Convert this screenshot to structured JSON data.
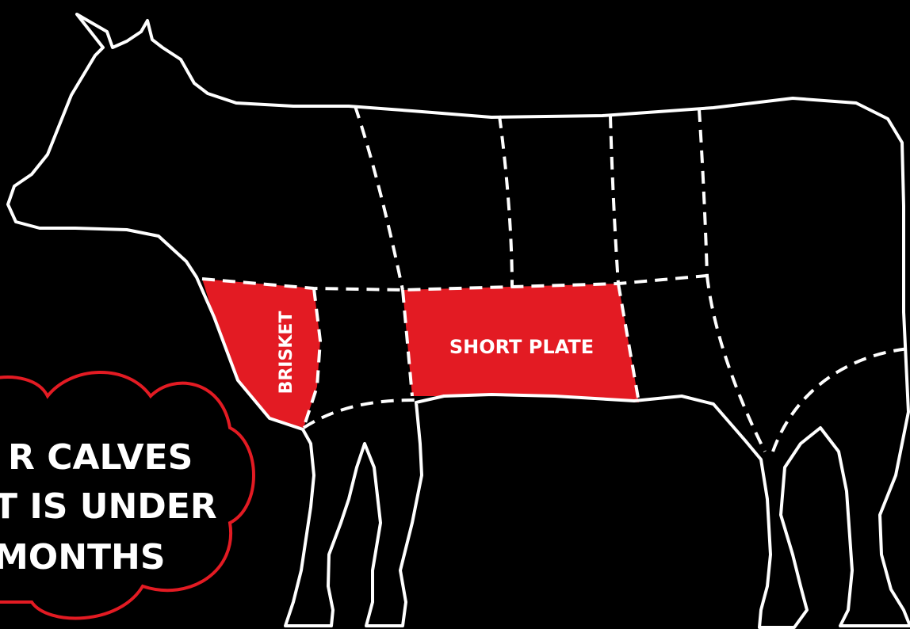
{
  "diagram": {
    "cuts": [
      {
        "id": "brisket",
        "label": "BRISKET",
        "highlighted": true
      },
      {
        "id": "short-plate",
        "label": "SHORT PLATE",
        "highlighted": true
      }
    ],
    "cloud": {
      "lines": [
        "R CALVES",
        "T IS UNDER",
        "MONTHS"
      ]
    },
    "colors": {
      "background": "#000000",
      "outline": "#ffffff",
      "highlight": "#e31b23",
      "cloud_border": "#e31b23"
    }
  }
}
